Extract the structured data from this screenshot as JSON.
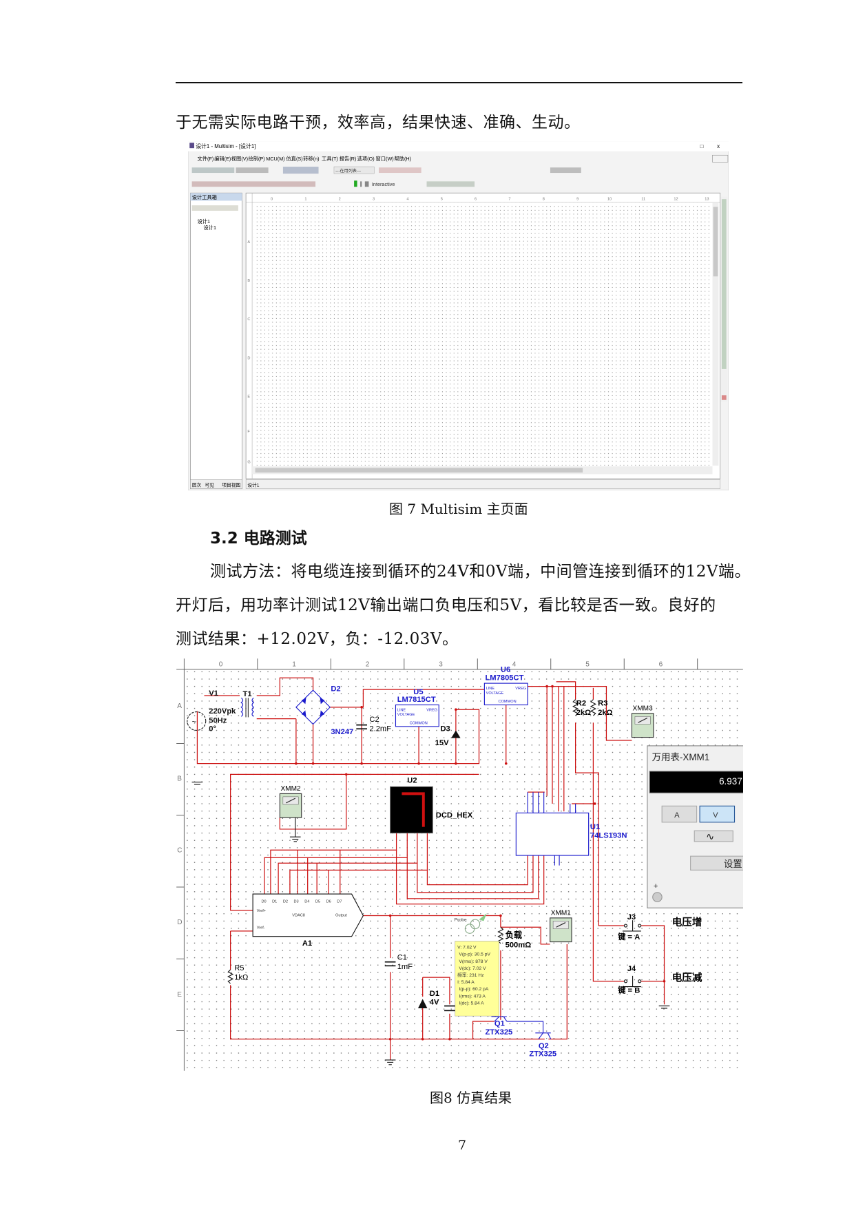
{
  "page": {
    "intro_line": "于无需实际电路干预，效率高，结果快速、准确、生动。",
    "figure7_caption": "图 7 Multisim 主页面",
    "section_heading": "3.2 电路测试",
    "paragraph_lines": [
      "测试方法：将电缆连接到循环的24V和0V端，中间管连接到循环的12V端。",
      "开灯后，用功率计测试12V输出端口负电压和5V，看比较是否一致。良好的",
      "测试结果：+12.02V，负：-12.03V。"
    ],
    "figure8_caption": "图8  仿真结果",
    "page_number": "7"
  },
  "multisim": {
    "title": "设计1 - Multisim - [设计1]",
    "window_controls": [
      "-",
      "□",
      "x"
    ],
    "menu": [
      "文件(F)",
      "编辑(E)",
      "视图(V)",
      "绘制(P)",
      "MCU(M)",
      "仿真(S)",
      "转移(n)",
      "工具(T)",
      "报告(R)",
      "选项(O)",
      "窗口(W)",
      "帮助(H)"
    ],
    "in_use_list": "---在用列表---",
    "interactive_label": "Interactive",
    "toolbox_title": "设计工具箱",
    "tree": [
      "设计1",
      "设计1"
    ],
    "panel_tabs": [
      "层次",
      "可见",
      "项目视图"
    ],
    "doc_tab": "设计1",
    "ruler_cols": [
      "0",
      "1",
      "2",
      "3",
      "4",
      "5",
      "6",
      "7",
      "8",
      "9",
      "10",
      "11",
      "12",
      "13"
    ],
    "ruler_rows": [
      "A",
      "B",
      "C",
      "D",
      "E",
      "F",
      "G"
    ]
  },
  "schematic": {
    "ruler_cols": [
      "0",
      "1",
      "2",
      "3",
      "4",
      "5",
      "6"
    ],
    "ruler_rows": [
      "A",
      "B",
      "C",
      "D",
      "E"
    ],
    "v1": {
      "name": "V1",
      "amp": "220Vpk",
      "freq": "50Hz",
      "phase": "0°"
    },
    "t1": "T1",
    "d2": "D2",
    "d2_model": "3N247",
    "c2": {
      "name": "C2",
      "value": "2.2mF"
    },
    "u5": {
      "name": "U5",
      "model": "LM7815CT"
    },
    "u6": {
      "name": "U6",
      "model": "LM7805CT"
    },
    "reg_pins": {
      "line": "LINE",
      "voltage": "VOLTAGE",
      "vreg": "VREG",
      "common": "COMMON"
    },
    "d3": {
      "name": "D3",
      "value": "15V"
    },
    "r2": {
      "name": "R2",
      "value": "2kΩ"
    },
    "r3": {
      "name": "R3",
      "value": "2kΩ"
    },
    "xmm3": "XMM3",
    "xmm2": "XMM2",
    "xmm1": "XMM1",
    "u2": {
      "name": "U2",
      "model": "DCD_HEX"
    },
    "u1": {
      "name": "U1",
      "model": "74LS193N"
    },
    "a1": {
      "name": "A1",
      "center": "VDAC8",
      "vref_plus": "Vref+",
      "vref_minus": "Vref-",
      "output": "Output",
      "pins": [
        "D0",
        "D1",
        "D2",
        "D3",
        "D4",
        "D5",
        "D6",
        "D7"
      ]
    },
    "load": {
      "name": "负载",
      "value": "500mΩ"
    },
    "probe_label": "Probe",
    "probe_readout": [
      "V: 7.02 V",
      "V(p-p): 30.5 pV",
      "V(rms): 878 V",
      "V(dc): 7.02 V",
      "频率: 231 Hz",
      "I: 5.84 A",
      "I(p-p): 60.2 pA",
      "I(rms): 473 A",
      "I(dc): 5.84 A"
    ],
    "c1": {
      "name": "C1",
      "value": "1mF"
    },
    "d1": {
      "name": "D1",
      "value": "4V"
    },
    "r5": {
      "name": "R5",
      "value": "1kΩ"
    },
    "q1": {
      "name": "Q1",
      "model": "ZTX325"
    },
    "q2": {
      "name": "Q2",
      "model": "ZTX325"
    },
    "j3": {
      "name": "J3",
      "key": "键 = A",
      "label": "电压增"
    },
    "j4": {
      "name": "J4",
      "key": "键 = B",
      "label": "电压减"
    },
    "multimeter": {
      "title": "万用表-XMM1",
      "reading": "6.937",
      "btn_a": "A",
      "btn_v": "V",
      "ac_symbol": "∿",
      "settings": "设置",
      "plus": "+"
    },
    "colors": {
      "wire": "#cc1111",
      "component": "#1a1acc",
      "display_bg": "#000000",
      "probe_bg": "#ffff99"
    }
  }
}
